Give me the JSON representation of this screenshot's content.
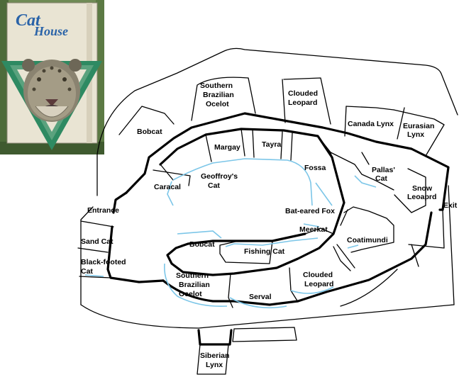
{
  "sign": {
    "line1": "Cat",
    "line2": "House",
    "colors": {
      "board": "#e9e4d3",
      "title": "#2a63a8",
      "triangle": "#2e8a62",
      "foliage": "#4d6b3a"
    }
  },
  "map": {
    "labels": {
      "bobcat_top": "Bobcat",
      "s_ocelot_top": [
        "Southern",
        "Brazilian",
        "Ocelot"
      ],
      "clouded_top": [
        "Clouded",
        "Leopard"
      ],
      "canada_lynx": "Canada Lynx",
      "eurasian_lynx": [
        "Eurasian",
        "Lynx"
      ],
      "margay": "Margay",
      "tayra": "Tayra",
      "fossa": "Fossa",
      "geoffroy": [
        "Geoffroy's",
        "Cat"
      ],
      "caracal": "Caracal",
      "pallas": [
        "Pallas'",
        "Cat"
      ],
      "snow_leopard": [
        "Snow",
        "Leoaprd"
      ],
      "exit": "Exit",
      "entrance": "Entrance",
      "bat_eared_fox": "Bat-eared Fox",
      "meerkat": "Meerkat",
      "sand_cat": "Sand Cat",
      "black_footed": [
        "Black-footed",
        "Cat"
      ],
      "bobcat_inner": "Bobcat",
      "fishing_cat": "Fishing Cat",
      "coatimundi": "Coatimundi",
      "s_ocelot_bottom": [
        "Southern",
        "Brazilian",
        "Ocelot"
      ],
      "serval": "Serval",
      "clouded_bottom": [
        "Clouded",
        "Leopard"
      ],
      "siberian_lynx": [
        "Siberian",
        "Lynx"
      ]
    }
  }
}
